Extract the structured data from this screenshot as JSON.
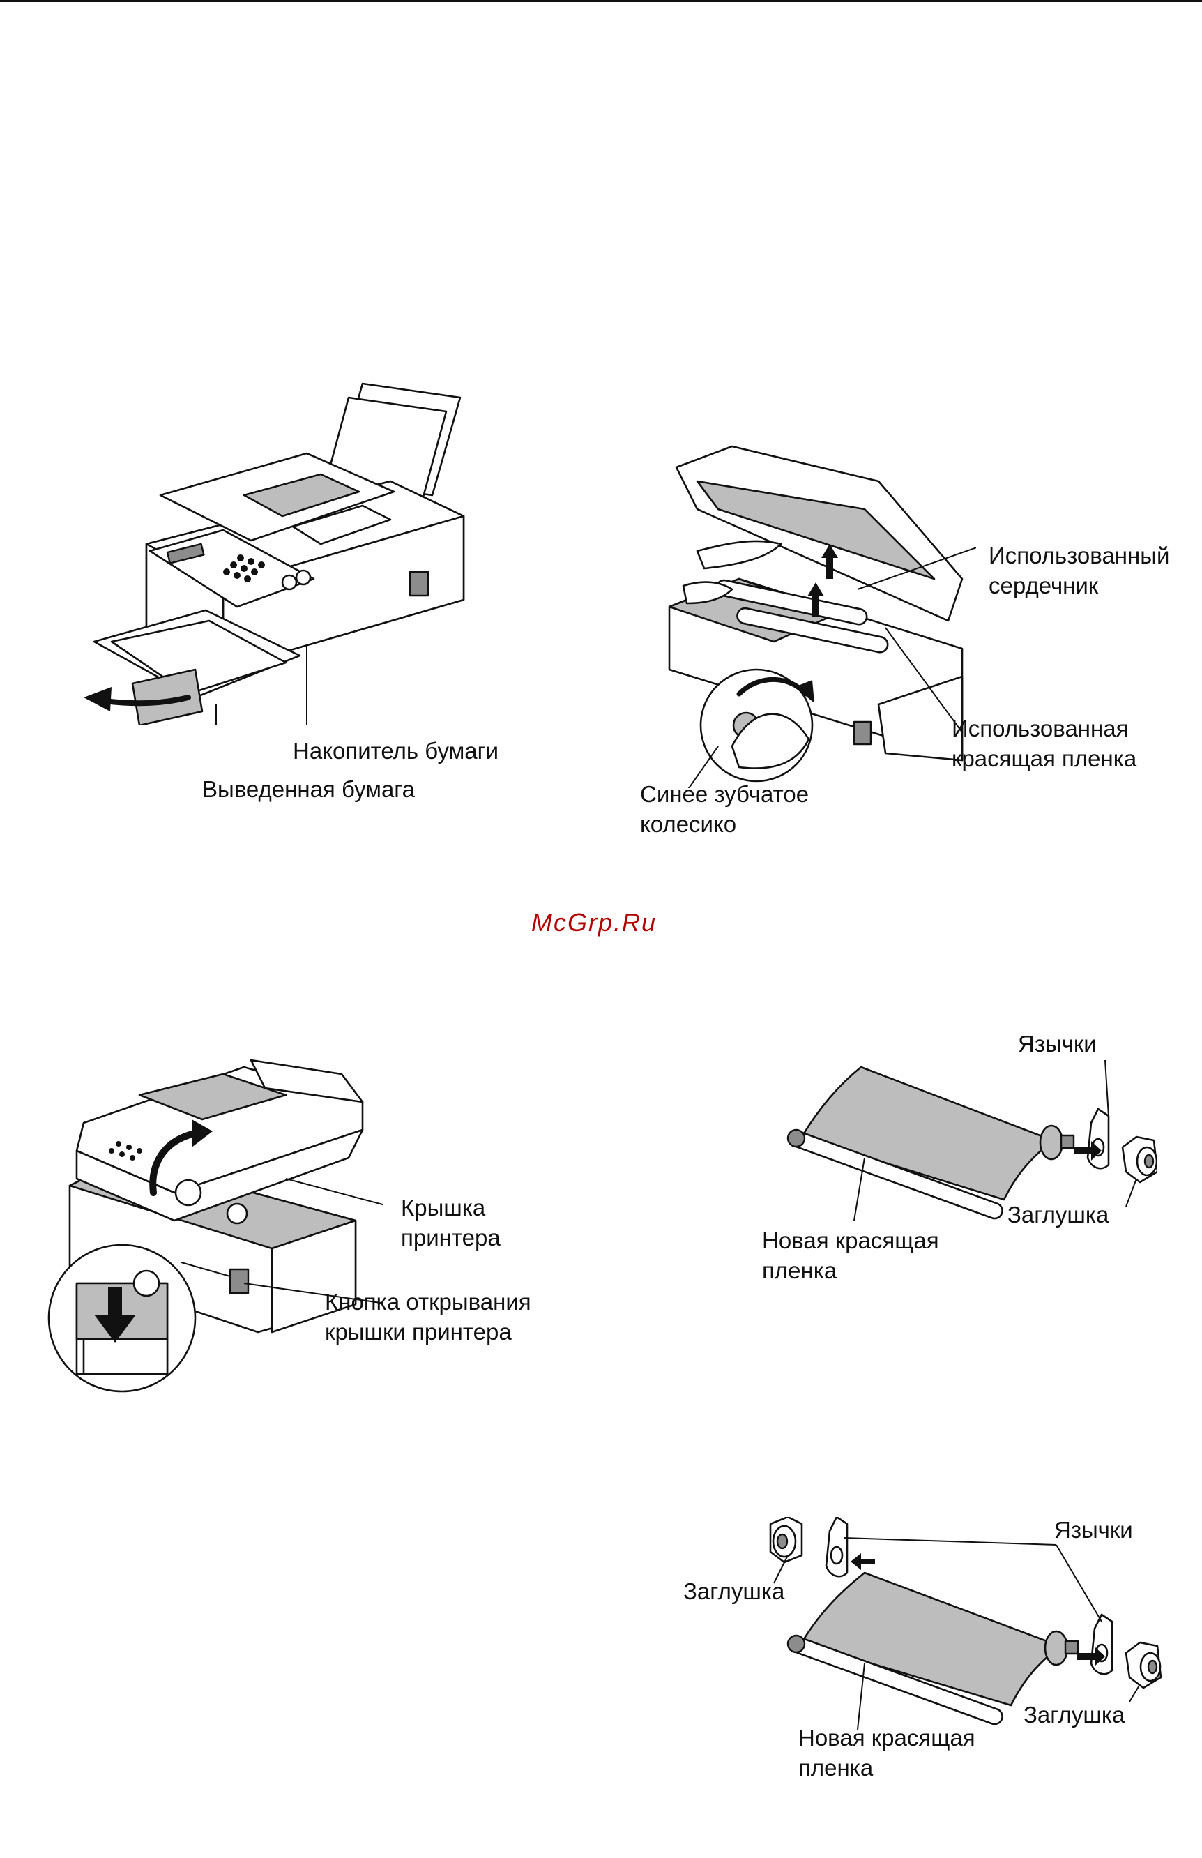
{
  "watermark": "McGrp.Ru",
  "figures": {
    "paper_output": {
      "labels": {
        "tray": "Накопитель бумаги",
        "output": "Выведенная бумага"
      }
    },
    "used_film": {
      "labels": {
        "core_line1": "Использованный",
        "core_line2": "сердечник",
        "film_line1": "Использованная",
        "film_line2": "красящая пленка",
        "gear_line1": "Синее зубчатое",
        "gear_line2": "колесико"
      }
    },
    "open_cover": {
      "labels": {
        "cover_line1": "Крышка",
        "cover_line2": "принтера",
        "button_line1": "Кнопка открывания",
        "button_line2": "крышки принтера"
      }
    },
    "new_film_1": {
      "labels": {
        "tabs": "Язычки",
        "stopper": "Заглушка",
        "film_line1": "Новая красящая",
        "film_line2": "пленка"
      }
    },
    "new_film_2": {
      "labels": {
        "tabs": "Язычки",
        "stopper_left": "Заглушка",
        "stopper_right": "Заглушка",
        "film_line1": "Новая красящая",
        "film_line2": "пленка"
      }
    }
  }
}
